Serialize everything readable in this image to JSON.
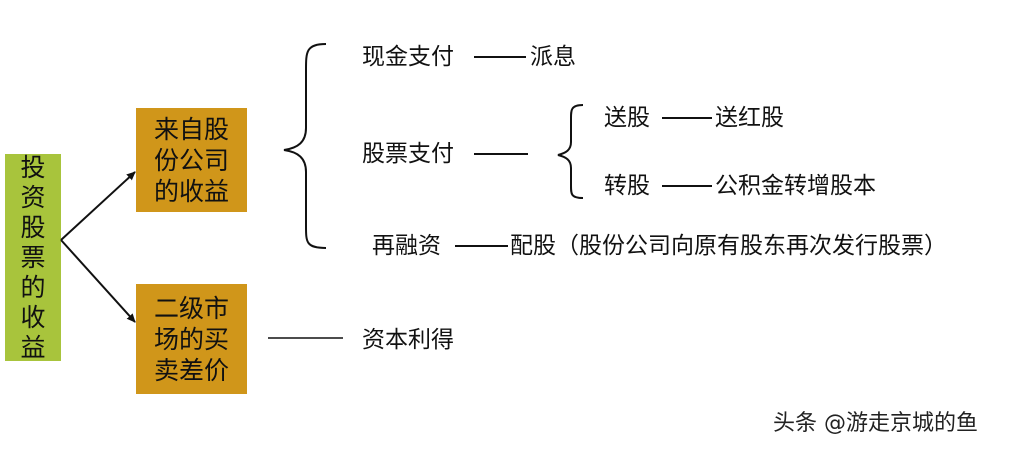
{
  "root": {
    "label": "投资股票的收益"
  },
  "branches": [
    {
      "label": "来自股份公司的收益"
    },
    {
      "label": "二级市场的买卖差价"
    }
  ],
  "company_items": {
    "cash": {
      "label": "现金支付",
      "result": "派息"
    },
    "stock": {
      "label": "股票支付"
    },
    "stock_sub": [
      {
        "label": "送股",
        "result": "送红股"
      },
      {
        "label": "转股",
        "result": "公积金转增股本"
      }
    ],
    "refinance": {
      "label": "再融资",
      "result": "配股（股份公司向原有股东再次发行股票）"
    }
  },
  "market_item": {
    "label": "资本利得"
  },
  "watermark": "头条 @游走京城的鱼",
  "colors": {
    "root": "#a8c43c",
    "branch": "#d0961a",
    "line": "#111111"
  }
}
